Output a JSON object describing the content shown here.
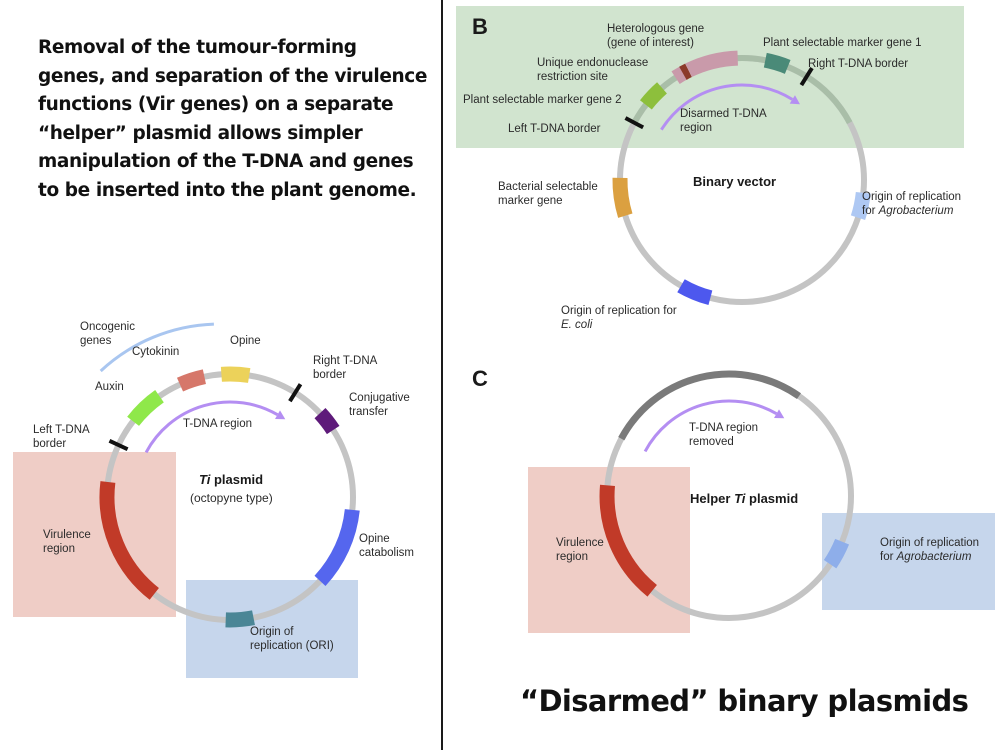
{
  "intro_text": "Removal of the tumour-forming genes, and separation of the virulence functions (Vir genes) on a separate “helper” plasmid allows simpler manipulation of the T-DNA and genes to be inserted  into the plant genome.",
  "bottom_title": "“Disarmed” binary plasmids",
  "colors": {
    "backbone": "#c4c4c4",
    "auxin": "#8fe84a",
    "cytokinin": "#d6776a",
    "opine": "#ecd25a",
    "conjugative": "#5e1a7a",
    "opine_catabolism": "#5566ee",
    "ori": "#4a8696",
    "virulence": "#c13a28",
    "tdna_arrow": "#b48ef2",
    "oncogenic_arc": "#a9c6f0",
    "border": "#111111",
    "heterologous": "#c99aaa",
    "restriction_site": "#8b3a2a",
    "psm1": "#4a8a78",
    "psm2": "#8dbf3c",
    "bacterial_marker": "#dba040",
    "ori_agro": "#aec8f3",
    "ori_ecoli": "#4d58ee",
    "removed_region": "#7a7a7a",
    "helper_ori": "#8eaeea",
    "panel_b_bg": "#d1e4cf",
    "red_box": "#efcdc6",
    "blue_box": "#c6d6ec"
  },
  "panel_a": {
    "plasmid_title_italic": "Ti",
    "plasmid_title_rest": " plasmid",
    "plasmid_subtitle": "(octopyne type)",
    "labels": {
      "oncogenic": [
        "Oncogenic",
        "genes"
      ],
      "cytokinin": "Cytokinin",
      "opine": "Opine",
      "auxin": "Auxin",
      "right_border": [
        "Right T-DNA",
        "border"
      ],
      "conjugative": [
        "Conjugative",
        "transfer"
      ],
      "left_border": [
        "Left T-DNA",
        "border"
      ],
      "tdna_region": "T-DNA region",
      "virulence": [
        "Virulence",
        "region"
      ],
      "opine_catabolism": [
        "Opine",
        "catabolism"
      ],
      "ori": [
        "Origin of",
        "replication (ORI)"
      ]
    }
  },
  "panel_b": {
    "letter": "B",
    "plasmid_title": "Binary vector",
    "labels": {
      "heterologous": [
        "Heterologous gene",
        "(gene of interest)"
      ],
      "psm1": "Plant selectable marker gene 1",
      "restriction": [
        "Unique endonuclease",
        "restriction site"
      ],
      "right_border": "Right T-DNA border",
      "psm2": "Plant selectable marker gene 2",
      "disarmed": [
        "Disarmed T-DNA",
        "region"
      ],
      "left_border": "Left T-DNA border",
      "bacterial_marker": [
        "Bacterial selectable",
        "marker gene"
      ],
      "ori_agro": [
        "Origin of replication",
        "for ",
        "Agrobacterium"
      ],
      "ori_ecoli": [
        "Origin of replication for",
        "E. coli"
      ]
    }
  },
  "panel_c": {
    "letter": "C",
    "plasmid_title_pre": "Helper ",
    "plasmid_title_italic": "Ti",
    "plasmid_title_post": " plasmid",
    "labels": {
      "tdna_removed": [
        "T-DNA region",
        "removed"
      ],
      "virulence": [
        "Virulence",
        "region"
      ],
      "ori_agro": [
        "Origin of replication",
        "for ",
        "Agrobacterium"
      ]
    }
  }
}
